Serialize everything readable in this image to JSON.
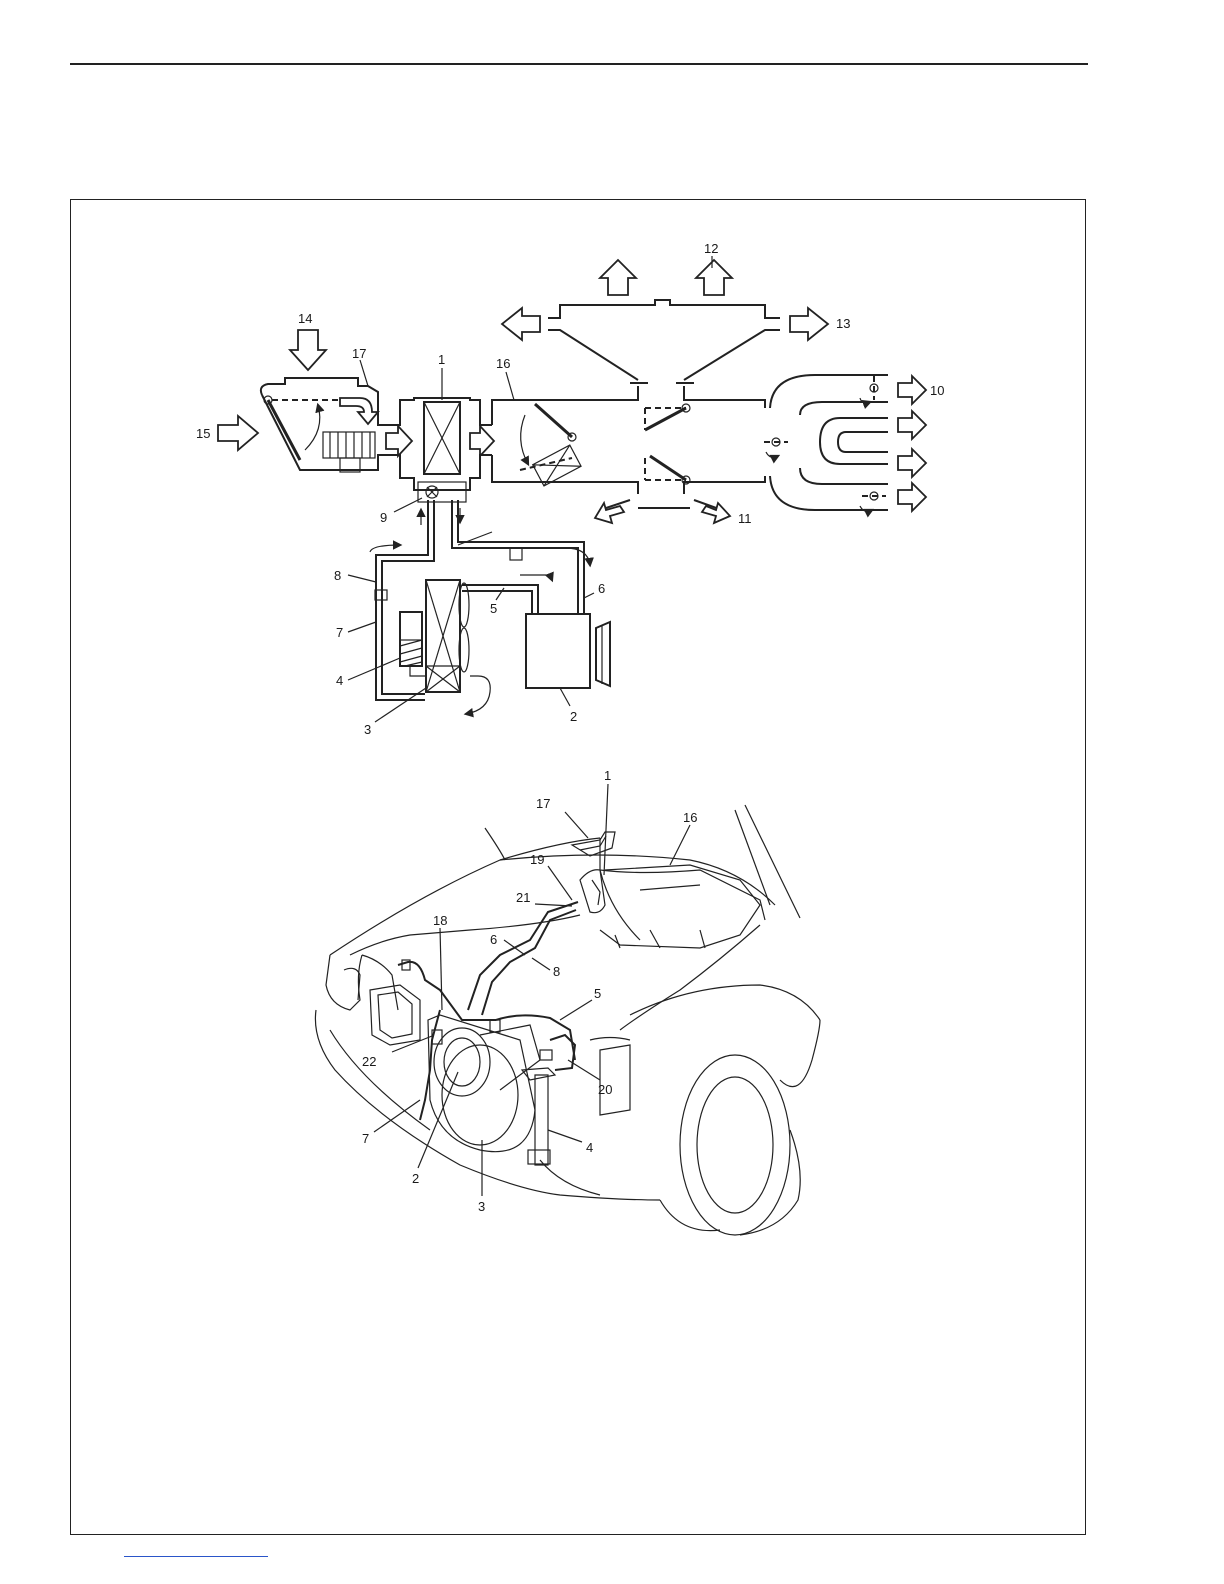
{
  "schematic": {
    "labels": {
      "l1": "1",
      "l2": "2",
      "l3": "3",
      "l4": "4",
      "l5": "5",
      "l6": "6",
      "l7": "7",
      "l8": "8",
      "l9": "9",
      "l10": "10",
      "l11": "11",
      "l12": "12",
      "l13": "13",
      "l14": "14",
      "l15": "15",
      "l16": "16",
      "l17": "17"
    }
  },
  "vehicle": {
    "labels": {
      "l1": "1",
      "l2": "2",
      "l3": "3",
      "l4": "4",
      "l5": "5",
      "l6": "6",
      "l7": "7",
      "l8": "8",
      "l16": "16",
      "l17": "17",
      "l18": "18",
      "l19": "19",
      "l20": "20",
      "l21": "21",
      "l22": "22"
    }
  }
}
